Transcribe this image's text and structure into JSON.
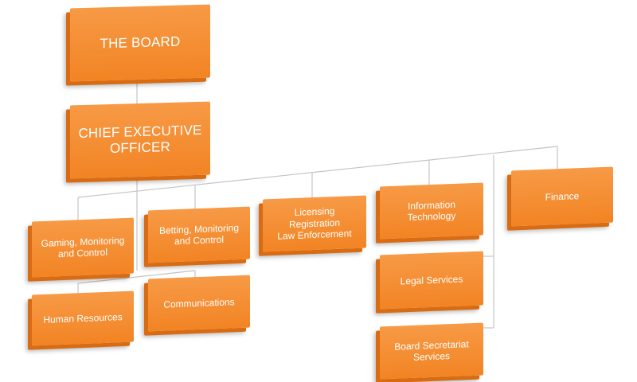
{
  "chart": {
    "board": "THE BOARD",
    "ceo": "CHIEF EXECUTIVE\nOFFICER",
    "departments": {
      "gaming": "Gaming, Monitoring\nand Control",
      "betting": "Betting, Monitoring\nand Control",
      "licensing": "Licensing\nRegistration\nLaw Enforcement",
      "information_technology": "Information\nTechnology",
      "finance": "Finance",
      "human_resources": "Human Resources",
      "communications": "Communications",
      "legal_services": "Legal Services",
      "board_secretariat": "Board Secretariat\nServices"
    }
  },
  "colors": {
    "box_fill": "#f28424",
    "box_highlight": "#f79a46",
    "box_side": "#d96b12",
    "connector": "#c4c4c4",
    "text": "#ffffff"
  }
}
